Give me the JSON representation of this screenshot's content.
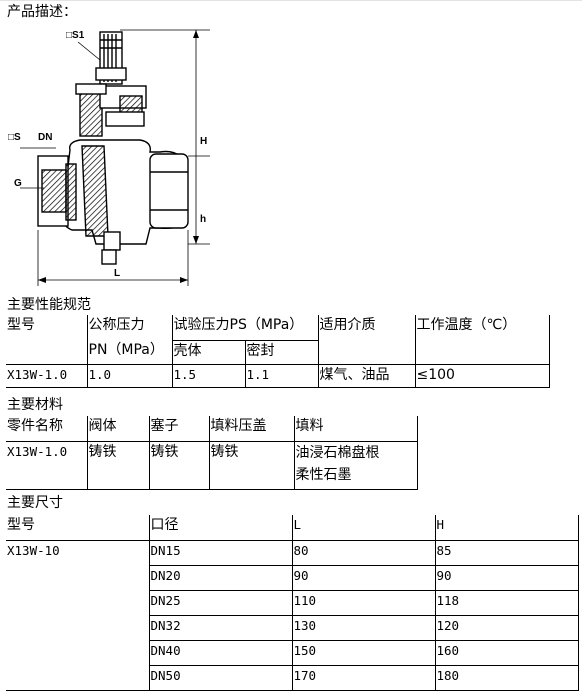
{
  "intro": {
    "title": "产品描述："
  },
  "drawing": {
    "labels": {
      "s1": "□S1",
      "s": "□S",
      "dn": "DN",
      "g": "G",
      "h_upper": "H",
      "h_lower": "h",
      "l": "L"
    }
  },
  "performance": {
    "heading": "主要性能规范",
    "header": {
      "model": "型号",
      "pn_line1": "公称压力",
      "pn_line2": "PN（MPa）",
      "ps": "试验压力PS（MPa）",
      "shell": "壳体",
      "seal": "密封",
      "medium": "适用介质",
      "temp": "工作温度（℃）"
    },
    "row": {
      "model": "X13W-1.0",
      "pn": "1.0",
      "shell": "1.5",
      "seal": "1.1",
      "medium": "煤气、油品",
      "temp": "≤100"
    }
  },
  "materials": {
    "heading": "主要材料",
    "header": {
      "part": "零件名称",
      "body": "阀体",
      "plug": "塞子",
      "gland": "填料压盖",
      "packing": "填料"
    },
    "row": {
      "model": "X13W-1.0",
      "body": "铸铁",
      "plug": "铸铁",
      "gland": "铸铁",
      "packing_line1": "油浸石棉盘根",
      "packing_line2": "柔性石墨"
    }
  },
  "dimensions": {
    "heading": "主要尺寸",
    "header": {
      "model": "型号",
      "dn": "口径",
      "l": "L",
      "h": "H"
    },
    "model": "X13W-10",
    "rows": [
      {
        "dn": "DN15",
        "l": "80",
        "h": "85"
      },
      {
        "dn": "DN20",
        "l": "90",
        "h": "90"
      },
      {
        "dn": "DN25",
        "l": "110",
        "h": "118"
      },
      {
        "dn": "DN32",
        "l": "130",
        "h": "120"
      },
      {
        "dn": "DN40",
        "l": "150",
        "h": "160"
      },
      {
        "dn": "DN50",
        "l": "170",
        "h": "180"
      }
    ]
  }
}
